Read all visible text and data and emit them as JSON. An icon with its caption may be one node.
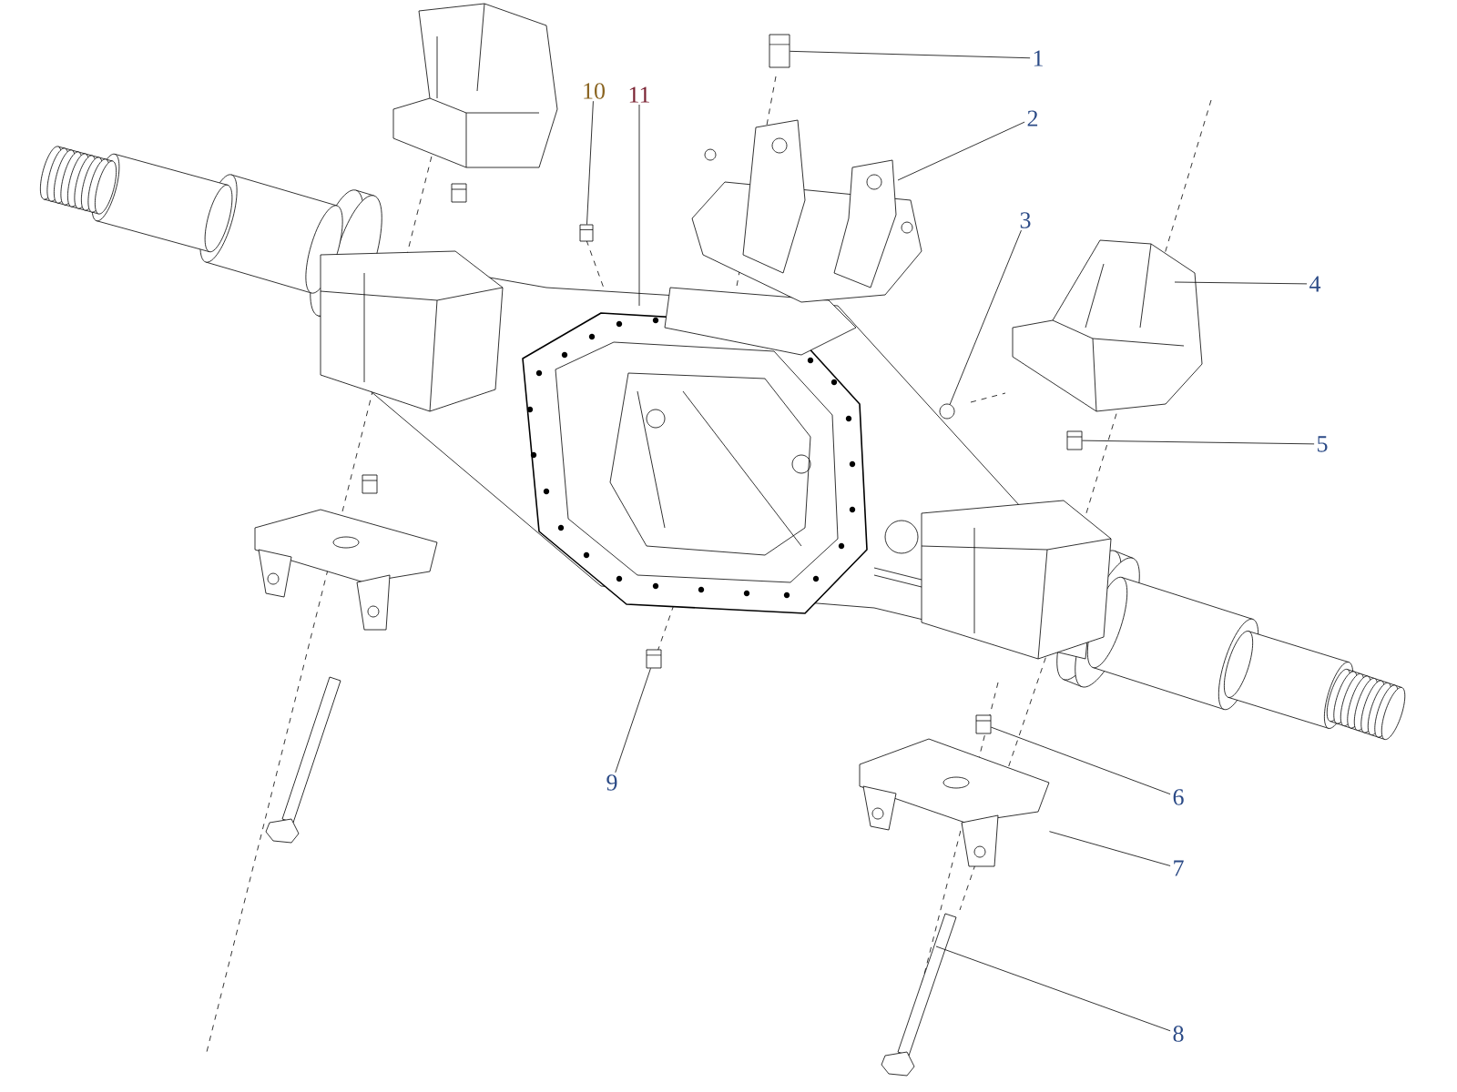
{
  "diagram": {
    "nodes": [
      {
        "text": [
          "1"
        ]
      },
      {
        "text": [
          "2"
        ]
      },
      {
        "text": [
          "3"
        ]
      },
      {
        "text": [
          "4"
        ]
      },
      {
        "text": [
          "5"
        ]
      },
      {
        "text": [
          "6"
        ]
      },
      {
        "text": [
          "7"
        ]
      },
      {
        "text": [
          "8"
        ]
      },
      {
        "text": [
          "9"
        ]
      },
      {
        "text": [
          "10"
        ]
      },
      {
        "text": [
          "11"
        ]
      },
      {
        "text": [],
        "shape": "picture"
      },
      {
        "text": [],
        "shape": "circle"
      },
      {
        "text": [],
        "shape": "picture"
      },
      {
        "text": [],
        "shape": "picture"
      },
      {
        "text": [],
        "shape": "picture"
      },
      {
        "text": [],
        "shape": "picture"
      },
      {
        "text": [],
        "shape": "picture"
      }
    ],
    "edges": [
      {
        "from": 0,
        "to": 11,
        "arrow": "none"
      },
      {
        "from": 1,
        "to": null,
        "arrow": "none"
      },
      {
        "from": 2,
        "to": 12,
        "arrow": "none"
      },
      {
        "from": 3,
        "to": null,
        "arrow": "none"
      },
      {
        "from": 4,
        "to": 13,
        "arrow": "none"
      },
      {
        "from": 5,
        "to": 14,
        "arrow": "none"
      },
      {
        "from": 6,
        "to": 17,
        "arrow": "none"
      },
      {
        "from": 7,
        "to": null,
        "arrow": "none"
      },
      {
        "from": 8,
        "to": 15,
        "arrow": "none"
      },
      {
        "from": 9,
        "to": 16,
        "arrow": "none"
      },
      {
        "from": 10,
        "to": null,
        "arrow": "none"
      }
    ]
  }
}
